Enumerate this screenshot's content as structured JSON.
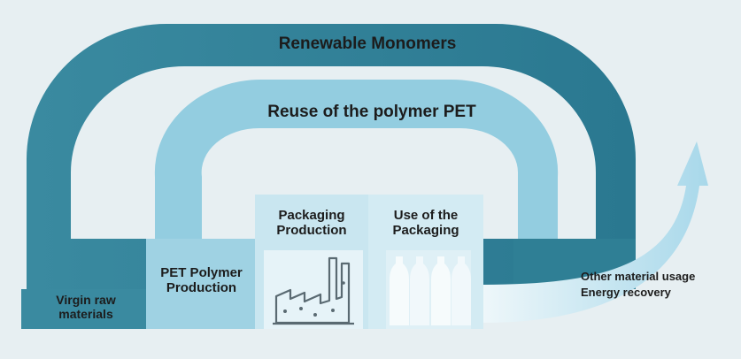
{
  "outer_loop": {
    "label": "Renewable Monomers",
    "color": "#2f7f95"
  },
  "inner_loop": {
    "label": "Reuse of the polymer PET",
    "color": "#93cde0"
  },
  "stages": {
    "virgin": {
      "label_line1": "Virgin raw",
      "label_line2": "materials",
      "color": "#3a8aa0"
    },
    "pet": {
      "label_line1": "PET Polymer",
      "label_line2": "Production",
      "color": "#9fd2e3"
    },
    "packaging": {
      "label_line1": "Packaging",
      "label_line2": "Production",
      "color": "#c9e6f0",
      "icon": "factory-icon"
    },
    "use": {
      "label_line1": "Use of the",
      "label_line2": "Packaging",
      "color": "#c9e6f0",
      "icon": "bottles-icon"
    }
  },
  "exit_arrow": {
    "line1": "Other material usage",
    "line2": "Energy recovery",
    "color": "#a8d8ea"
  },
  "background": "#e7eff2"
}
